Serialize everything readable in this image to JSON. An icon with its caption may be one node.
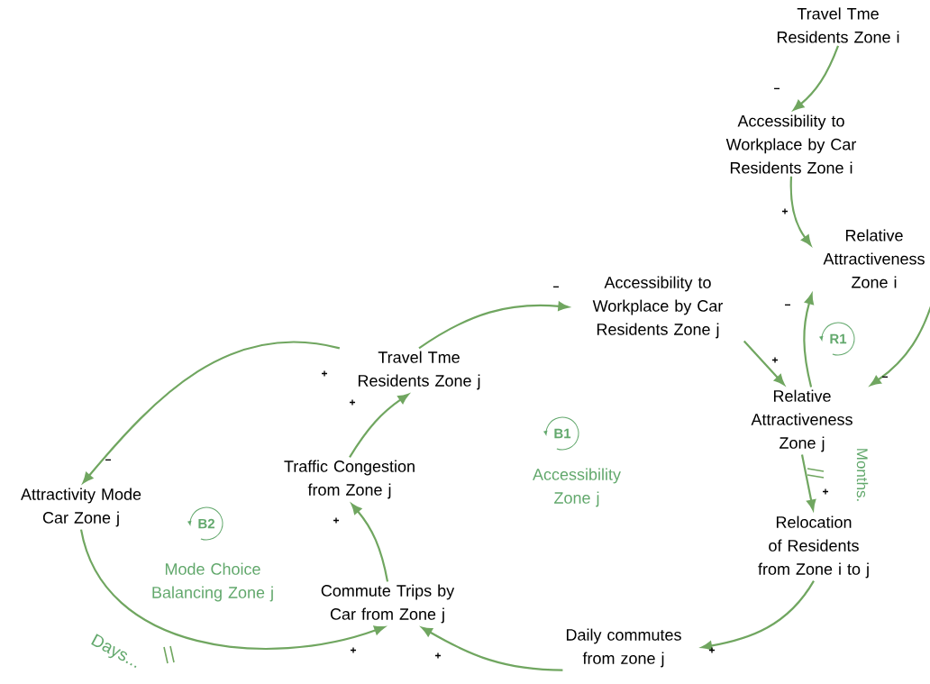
{
  "diagram": {
    "nodes": [
      {
        "text": [
          "Travel Tme Residents Zone i"
        ]
      },
      {
        "text": [
          "Accessibility to Workplace by Car Residents Zone i"
        ]
      },
      {
        "text": [
          "Relative Attractiveness Zone i"
        ]
      },
      {
        "text": [
          "Accessibility to Workplace by Car Residents Zone j"
        ]
      },
      {
        "text": [
          "Travel Tme Residents Zone j"
        ]
      },
      {
        "text": [
          "Relative Attractiveness Zone j"
        ]
      },
      {
        "text": [
          "Traffic Congestion from Zone j"
        ]
      },
      {
        "text": [
          "Attractivity Mode Car Zone j"
        ]
      },
      {
        "text": [
          "Relocation of Residents from Zone i to j"
        ]
      },
      {
        "text": [
          "Commute Trips by Car from Zone j"
        ]
      },
      {
        "text": [
          "Daily commutes from zone j"
        ]
      }
    ],
    "edges": [
      {
        "from": 0,
        "to": 1,
        "arrow": "to",
        "label": "−"
      },
      {
        "from": 1,
        "to": 2,
        "arrow": "to",
        "label": "+"
      },
      {
        "from": 2,
        "to": 5,
        "arrow": "to",
        "label": "−"
      },
      {
        "from": 5,
        "to": 2,
        "arrow": "to",
        "label": "−"
      },
      {
        "from": 3,
        "to": 5,
        "arrow": "to",
        "label": "+"
      },
      {
        "from": 4,
        "to": 3,
        "arrow": "to",
        "label": "−"
      },
      {
        "from": 4,
        "to": 7,
        "arrow": "to",
        "label": "−"
      },
      {
        "from": 6,
        "to": 4,
        "arrow": "to",
        "label": "+"
      },
      {
        "from": 9,
        "to": 6,
        "arrow": "to",
        "label": "+"
      },
      {
        "from": 7,
        "to": 9,
        "arrow": "to",
        "label": "+"
      },
      {
        "from": 10,
        "to": 9,
        "arrow": "to",
        "label": "+"
      },
      {
        "from": 8,
        "to": 10,
        "arrow": "to",
        "label": "+"
      },
      {
        "from": 5,
        "to": 8,
        "arrow": "to",
        "label": "+"
      }
    ],
    "labels": [
      "+",
      "R1",
      "B1",
      "Accessibility Zone j",
      "B2",
      "Mode Choice Balancing Zone j",
      "Months.",
      "Days..."
    ]
  }
}
